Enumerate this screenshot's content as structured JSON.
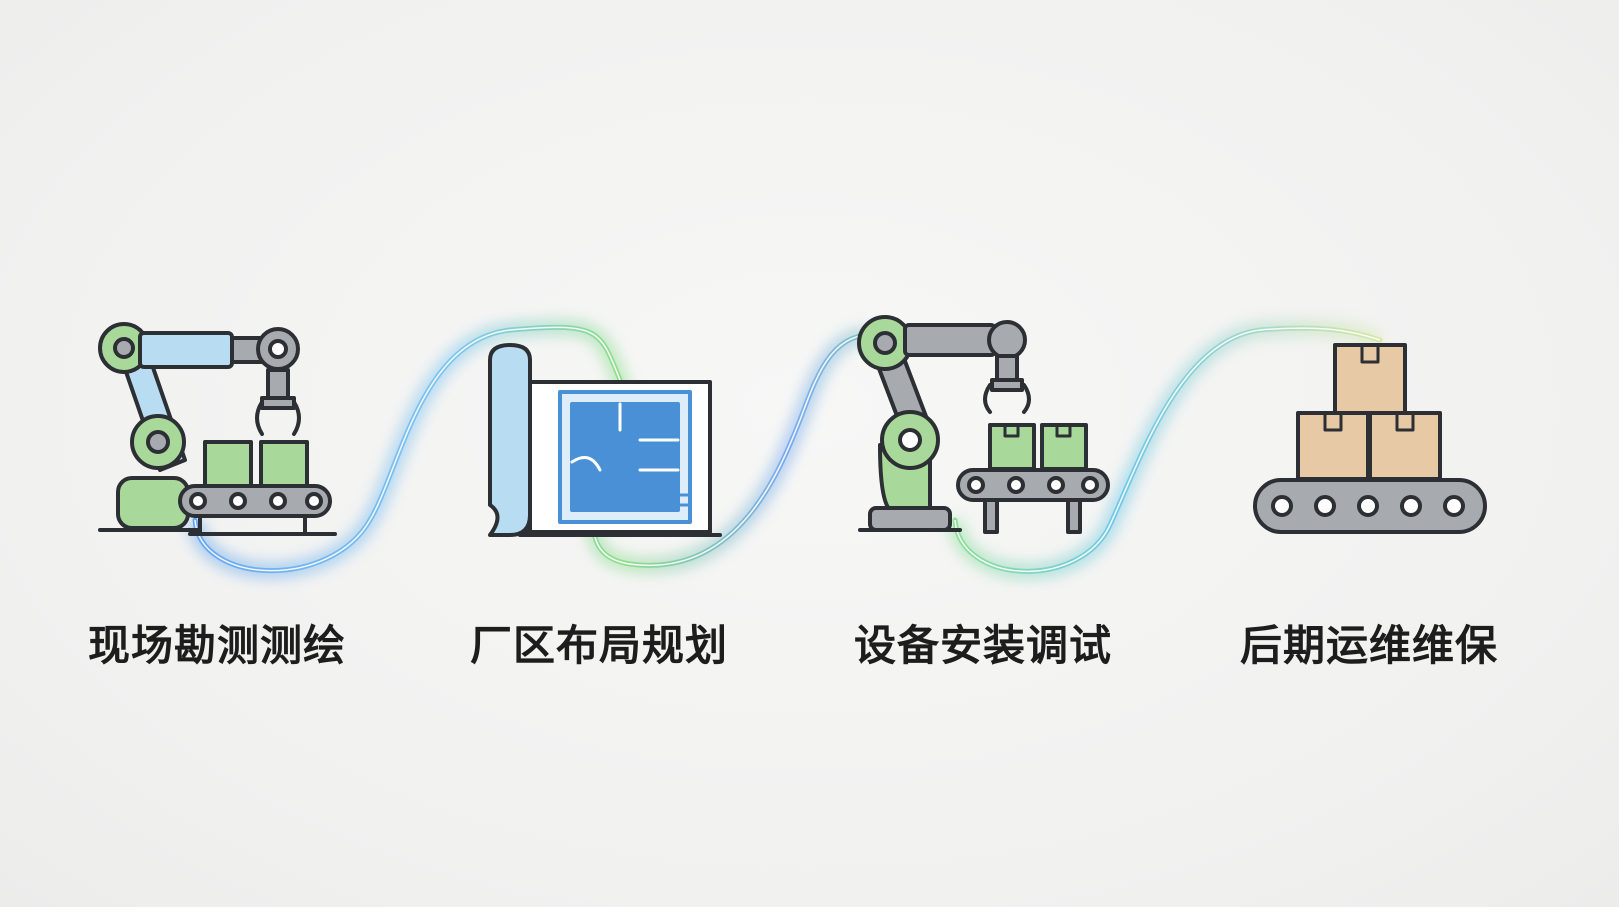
{
  "steps": [
    {
      "label": "现场勘测测绘",
      "icon": "robot-arm-conveyor-icon"
    },
    {
      "label": "厂区布局规划",
      "icon": "floor-plan-blueprint-icon"
    },
    {
      "label": "设备安装调试",
      "icon": "robot-arm-assembly-icon"
    },
    {
      "label": "后期运维维保",
      "icon": "boxes-conveyor-icon"
    }
  ],
  "colors": {
    "background": "#f3f3f2",
    "outline": "#2c2f33",
    "green": "#a9d99a",
    "light_blue": "#b8dcf2",
    "blue": "#4a90d6",
    "gray": "#a7aaae",
    "box": "#e7c9a6",
    "path_blue": "#6aa8ee",
    "path_green": "#8fdf8a"
  }
}
